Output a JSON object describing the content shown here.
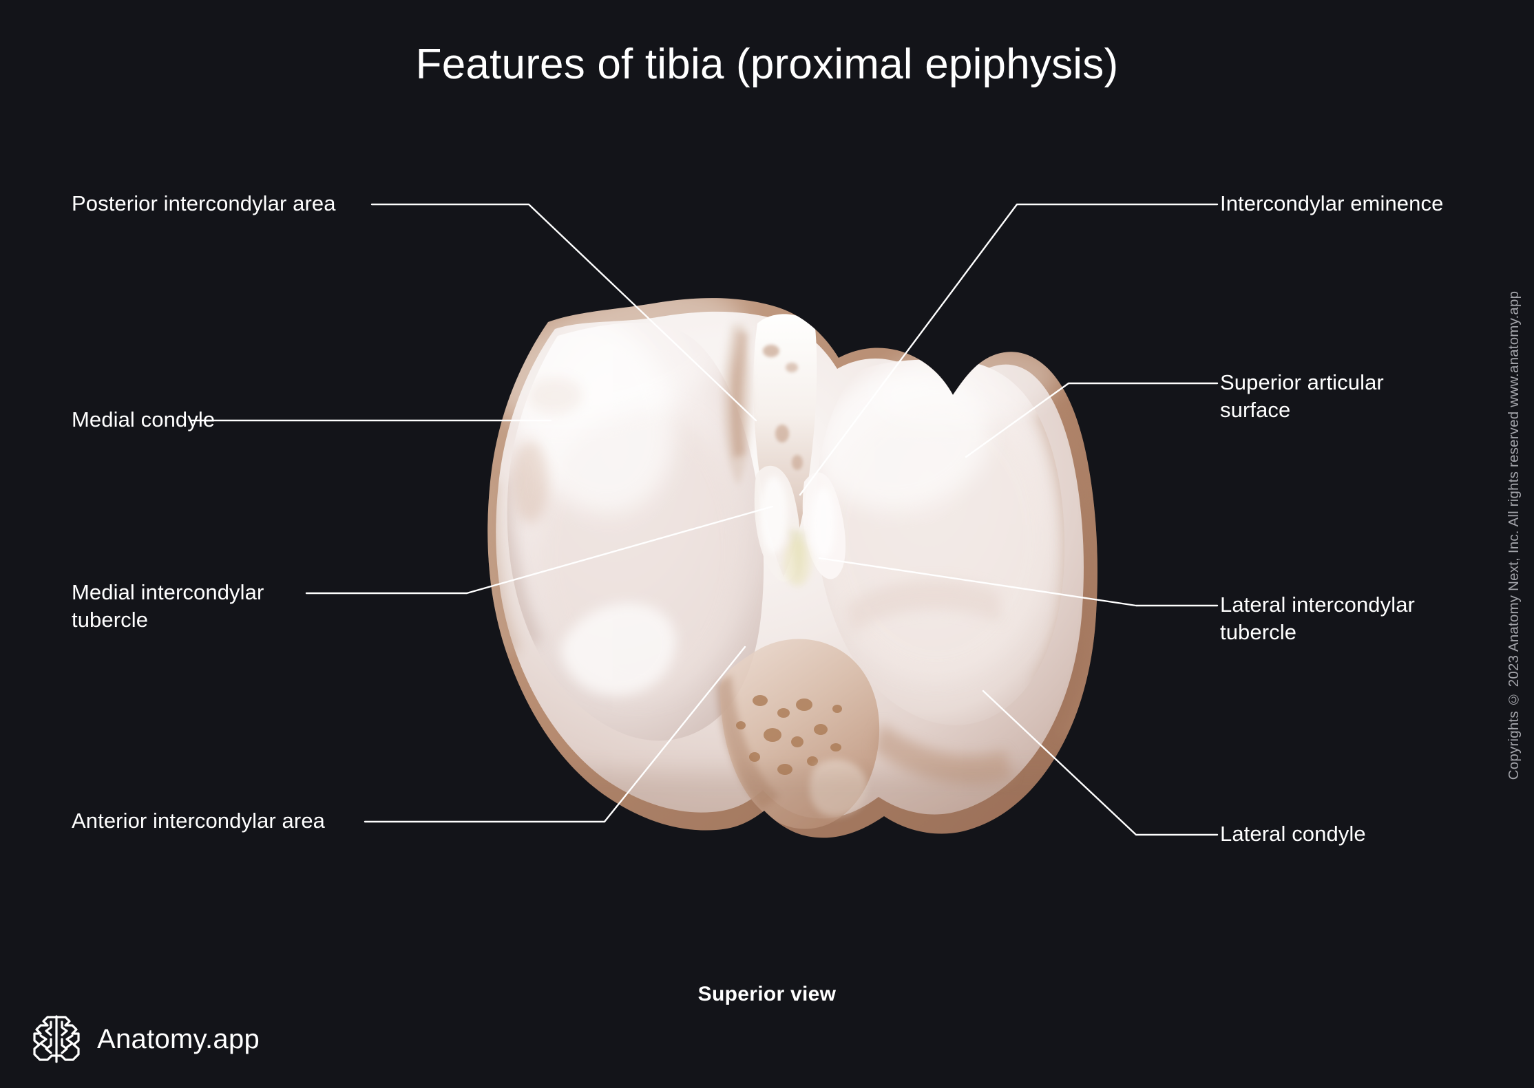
{
  "page": {
    "title": "Features of tibia (proximal epiphysis)",
    "view_caption": "Superior view",
    "background_color": "#131419",
    "label_color": "#ffffff",
    "leader_line_color": "#ffffff"
  },
  "brand": {
    "logo_name": "brain-logo-icon",
    "logo_text": "Anatomy.app",
    "copyright": "Copyrights © 2023 Anatomy Next, Inc. All rights reserved www.anatomy.app"
  },
  "labels": {
    "left": [
      {
        "id": "posterior-intercondylar-area",
        "text": "Posterior intercondylar area"
      },
      {
        "id": "medial-condyle",
        "text": "Medial condyle"
      },
      {
        "id": "medial-intercondylar-tubercle",
        "text": "Medial intercondylar\ntubercle"
      },
      {
        "id": "anterior-intercondylar-area",
        "text": "Anterior intercondylar area"
      }
    ],
    "right": [
      {
        "id": "intercondylar-eminence",
        "text": "Intercondylar eminence"
      },
      {
        "id": "superior-articular-surface",
        "text": "Superior articular\nsurface"
      },
      {
        "id": "lateral-intercondylar-tubercle",
        "text": "Lateral intercondylar\ntubercle"
      },
      {
        "id": "lateral-condyle",
        "text": "Lateral condyle"
      }
    ]
  },
  "specimen": {
    "name": "tibia-proximal-epiphysis",
    "description": "Superior (axial) view of the tibial plateau showing medial and lateral condyles, intercondylar eminence with medial and lateral intercondylar tubercles, and anterior and posterior intercondylar areas.",
    "bone_light_color": "#f4eeec",
    "bone_mid_color": "#e3d6d2",
    "bone_shadow_color": "#c6b2ab",
    "bone_marrow_color": "#b0826a",
    "cartilage_color": "#fbf8f7"
  }
}
